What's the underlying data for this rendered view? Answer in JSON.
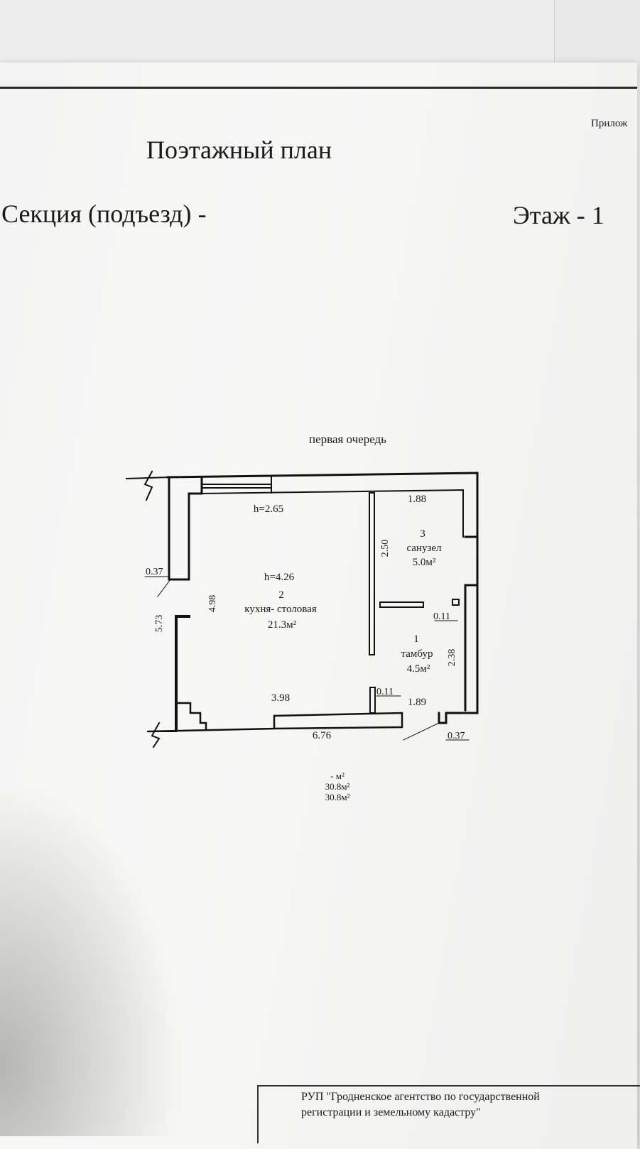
{
  "header": {
    "appendix": "Прилож",
    "title": "Поэтажный план",
    "section": "Секция (подъезд) -",
    "floor": "Этаж  -  1"
  },
  "plan": {
    "queue_label": "первая очередь",
    "rooms": [
      {
        "number": "2",
        "name": "кухня- столовая",
        "area": "21.3м²",
        "height": "h=4.26",
        "window_height": "h=2.65"
      },
      {
        "number": "3",
        "name": "санузел",
        "area": "5.0м²"
      },
      {
        "number": "1",
        "name": "тамбур",
        "area": "4.5м²"
      }
    ],
    "dimensions": {
      "top_right_width": "1.88",
      "bathroom_height": "2.50",
      "left_wall": "0.37",
      "outer_height": "5.73",
      "inner_height": "4.98",
      "partition": "0.11",
      "vestibule_height": "2.38",
      "bottom_inner_width": "3.98",
      "partition_bottom": "0.11",
      "vestibule_width": "1.89",
      "outer_width": "6.76",
      "right_wall": "0.37"
    }
  },
  "summary": {
    "line1": "-      м²",
    "line2": "30.8м²",
    "line3": "30.8м²"
  },
  "footer": {
    "line1": "РУП \"Гродненское агентство по государственной",
    "line2": "регистрации  и земельному кадастру\""
  }
}
